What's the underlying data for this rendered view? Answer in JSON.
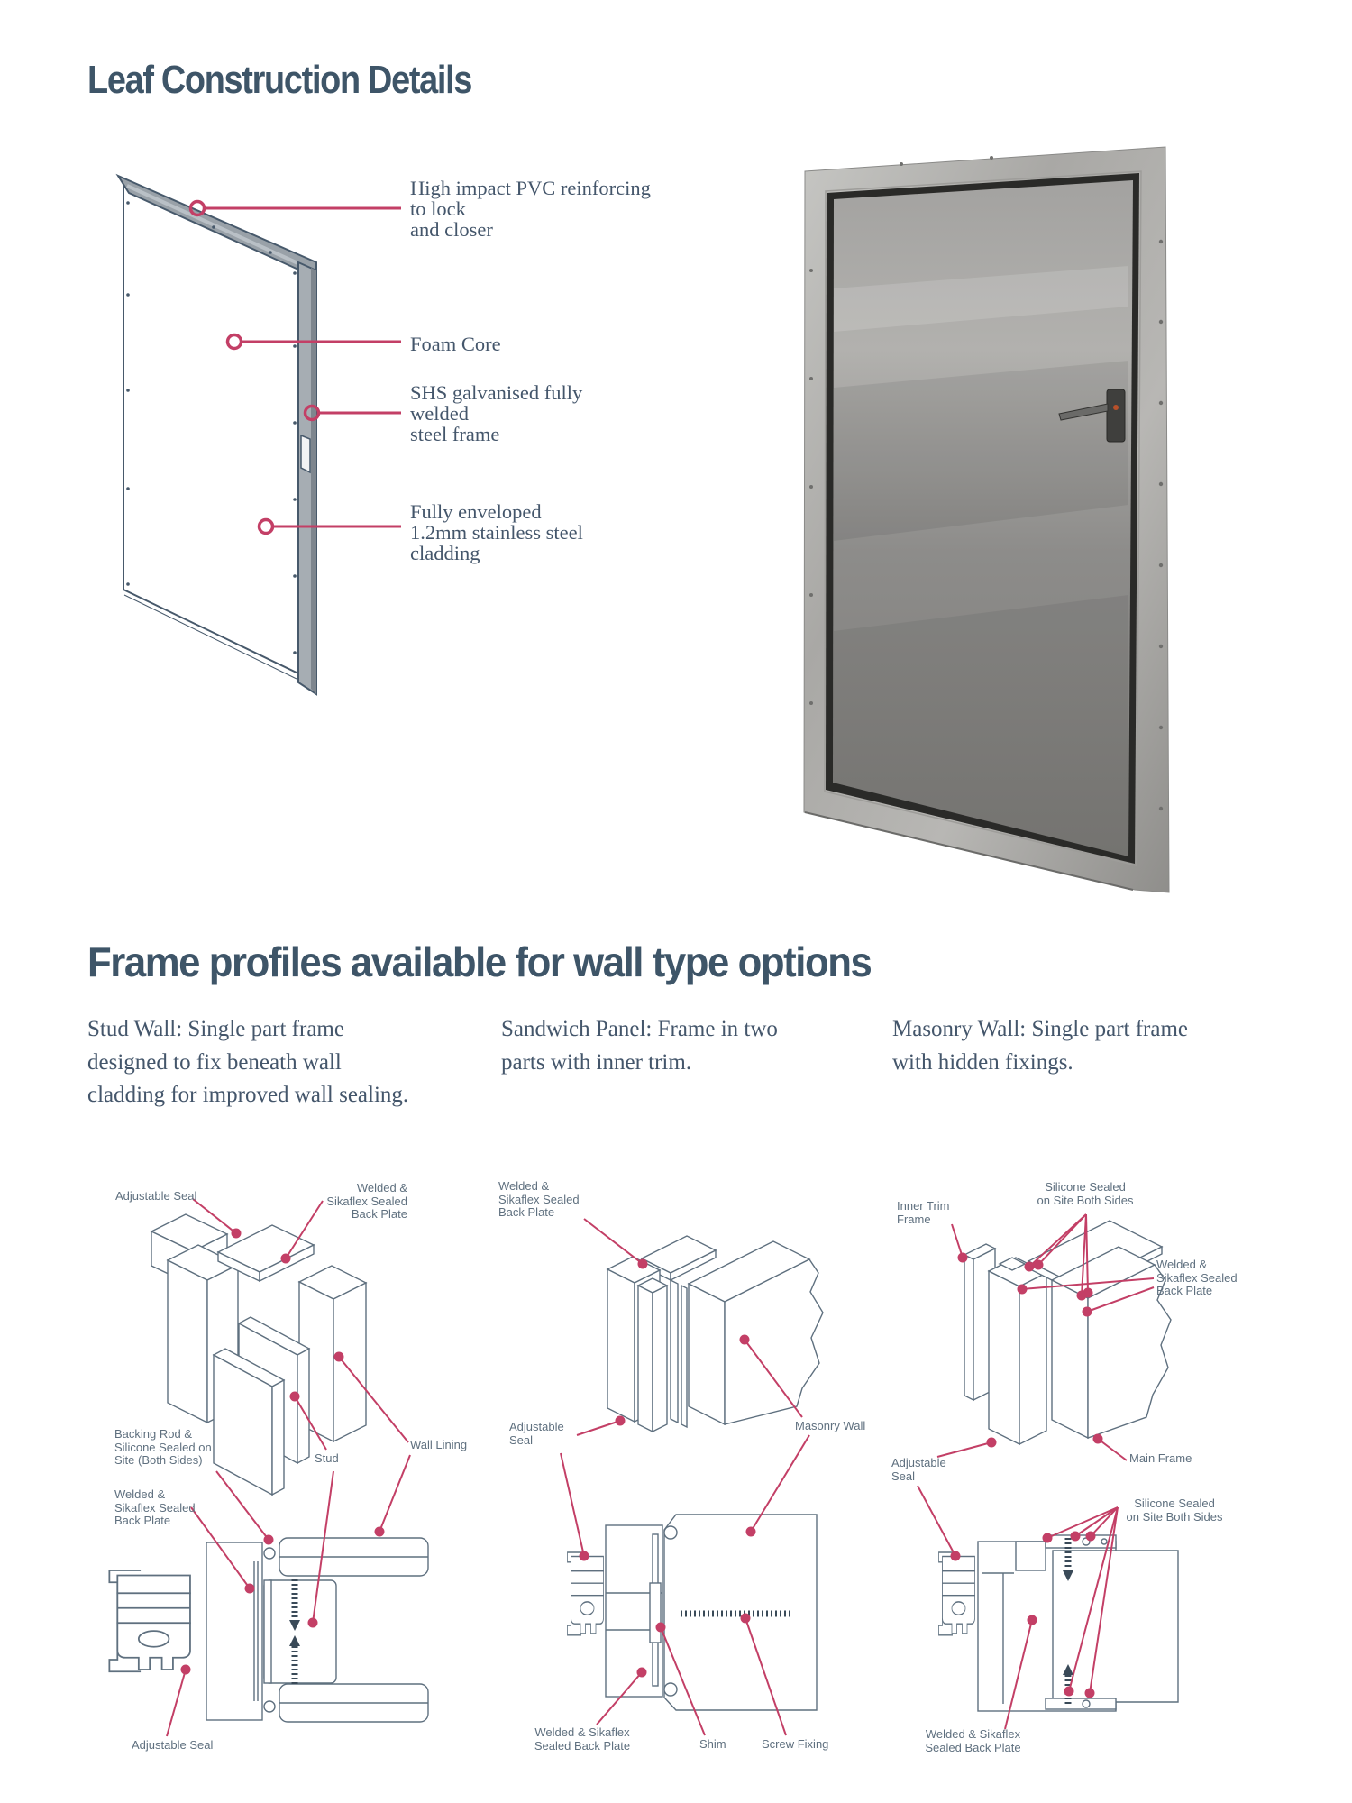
{
  "colors": {
    "heading": "#3E5568",
    "body_serif": "#44566B",
    "diagram_label": "#5F707F",
    "accent_pink": "#C33F66",
    "line_art": "#5F707F",
    "door_outline": "#47596B"
  },
  "section1": {
    "title": "Leaf Construction Details",
    "annotations": [
      {
        "text": "High impact PVC reinforcing\nto lock\nand closer"
      },
      {
        "text": "Foam Core"
      },
      {
        "text": "SHS galvanised fully\nwelded\nsteel frame"
      },
      {
        "text": "Fully enveloped\n1.2mm stainless steel\ncladding"
      }
    ]
  },
  "section2": {
    "title": "Frame profiles available for wall type options",
    "wall_types": [
      {
        "text": "Stud Wall: Single part frame\ndesigned to fix beneath wall\ncladding for improved wall sealing."
      },
      {
        "text": "Sandwich Panel: Frame in two\nparts with inner trim."
      },
      {
        "text": "Masonry Wall: Single part frame\nwith hidden fixings."
      }
    ],
    "diagram_stud": {
      "labels": {
        "adjustable_seal_top": "Adjustable Seal",
        "back_plate_top": "Welded &\nSikaflex Sealed\nBack Plate",
        "backing_rod": "Backing Rod &\nSilicone Sealed on\nSite (Both Sides)",
        "stud": "Stud",
        "wall_lining": "Wall Lining",
        "back_plate_bottom": "Welded &\nSikaflex Sealed\nBack Plate",
        "adjustable_seal_bottom": "Adjustable Seal"
      }
    },
    "diagram_sandwich": {
      "labels": {
        "back_plate_top": "Welded &\nSikaflex Sealed\nBack Plate",
        "adjustable_seal": "Adjustable\nSeal",
        "masonry_wall": "Masonry Wall",
        "back_plate_bottom": "Welded & Sikaflex\nSealed Back Plate",
        "shim": "Shim",
        "screw_fixing": "Screw Fixing"
      }
    },
    "diagram_masonry": {
      "labels": {
        "inner_trim_frame": "Inner Trim\nFrame",
        "silicone_sealed_top": "Silicone Sealed\non Site Both Sides",
        "back_plate_top": "Welded &\nSikaflex Sealed\nBack Plate",
        "adjustable_seal": "Adjustable\nSeal",
        "main_frame": "Main Frame",
        "silicone_sealed_bottom": "Silicone Sealed\non Site Both Sides",
        "back_plate_bottom": "Welded & Sikaflex\nSealed Back Plate"
      }
    }
  }
}
